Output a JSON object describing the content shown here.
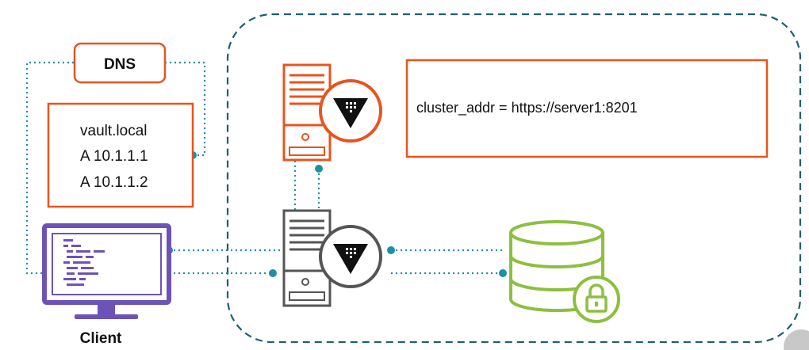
{
  "dns": {
    "label": "DNS"
  },
  "dns_records": {
    "lines": [
      "vault.local",
      "A 10.1.1.1",
      "A 10.1.1.2"
    ]
  },
  "config": {
    "text": "cluster_addr = https://server1:8201"
  },
  "client": {
    "label": "Client"
  },
  "icons": {
    "client": "monitor-code-icon",
    "server_active": "server-tower-icon",
    "server_standby": "server-tower-icon",
    "vault_badge": "vault-triangle-icon",
    "storage": "database-lock-icon"
  },
  "colors": {
    "orange": "#E8541E",
    "teal": "#1E8FA6",
    "dashed_boundary": "#1F5E70",
    "purple": "#6D53B8",
    "green": "#8DBF3F",
    "gray": "#555555"
  }
}
